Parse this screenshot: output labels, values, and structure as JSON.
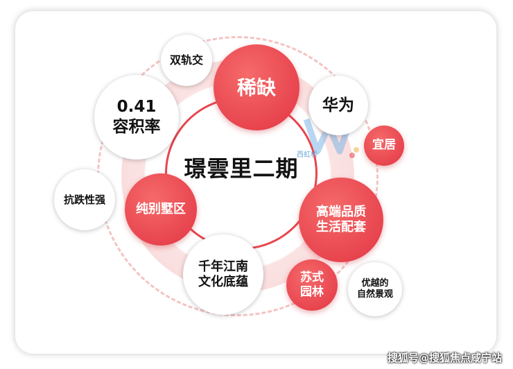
{
  "center": {
    "title": "璟雲里二期"
  },
  "nodes": {
    "scarcity": "稀缺",
    "huawei": "华为",
    "livable": "宜居",
    "quality_line1": "高端品质",
    "quality_line2": "生活配套",
    "suzhou_line1": "苏式",
    "suzhou_line2": "园林",
    "scenery_line1": "优越的",
    "scenery_line2": "自然景观",
    "culture_line1": "千年江南",
    "culture_line2": "文化底蕴",
    "villa": "纯别墅区",
    "anti_fall": "抗跌性强",
    "ratio_line1": "0.41",
    "ratio_line2": "容积率",
    "dual_rail": "双轨交"
  },
  "watermark": {
    "text": "西虹桥"
  },
  "footer": {
    "credit": "搜狐号@搜狐焦点咸宁站"
  },
  "colors": {
    "accent": "#e8454f",
    "ring": "#f8d3d3",
    "dashed": "#f4c3c3"
  }
}
